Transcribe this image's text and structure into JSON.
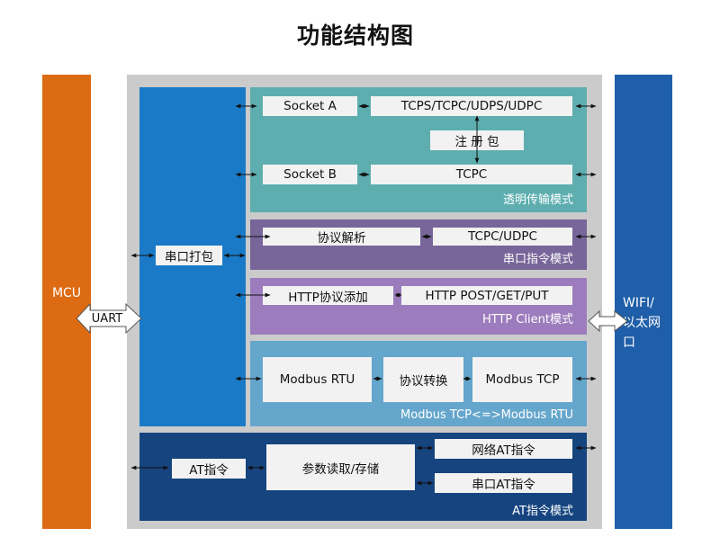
{
  "title": "功能结构图",
  "mcu": {
    "label": "MCU"
  },
  "wifi": {
    "label_line1": "WIFI/",
    "label_line2": "以太网",
    "label_line3": "口"
  },
  "uart": {
    "label": "UART"
  },
  "serial_pack": {
    "label": "串口打包"
  },
  "transparent_mode": {
    "label": "透明传输模式",
    "socket_a": "Socket A",
    "socket_b": "Socket B",
    "proto_a": "TCPS/TCPC/UDPS/UDPC",
    "proto_b": "TCPC",
    "register": "注 册 包"
  },
  "serial_cmd_mode": {
    "label": "串口指令模式",
    "parse": "协议解析",
    "proto": "TCPC/UDPC"
  },
  "http_mode": {
    "label": "HTTP Client模式",
    "add": "HTTP协议添加",
    "methods": "HTTP POST/GET/PUT"
  },
  "modbus_mode": {
    "label": "Modbus TCP<=>Modbus RTU",
    "rtu": "Modbus RTU",
    "convert": "协议转换",
    "tcp": "Modbus TCP"
  },
  "at_mode": {
    "label": "AT指令模式",
    "at_cmd": "AT指令",
    "params": "参数读取/存储",
    "net_at": "网络AT指令",
    "serial_at": "串口AT指令"
  },
  "colors": {
    "mcu": "#dd6b14",
    "wifi": "#1f5ea8",
    "serial_pack": "#1a7ac7",
    "transparent": "#5eaeb0",
    "serial_cmd": "#786599",
    "http": "#9c7cbd",
    "modbus": "#65a6cc",
    "at": "#16447f"
  }
}
